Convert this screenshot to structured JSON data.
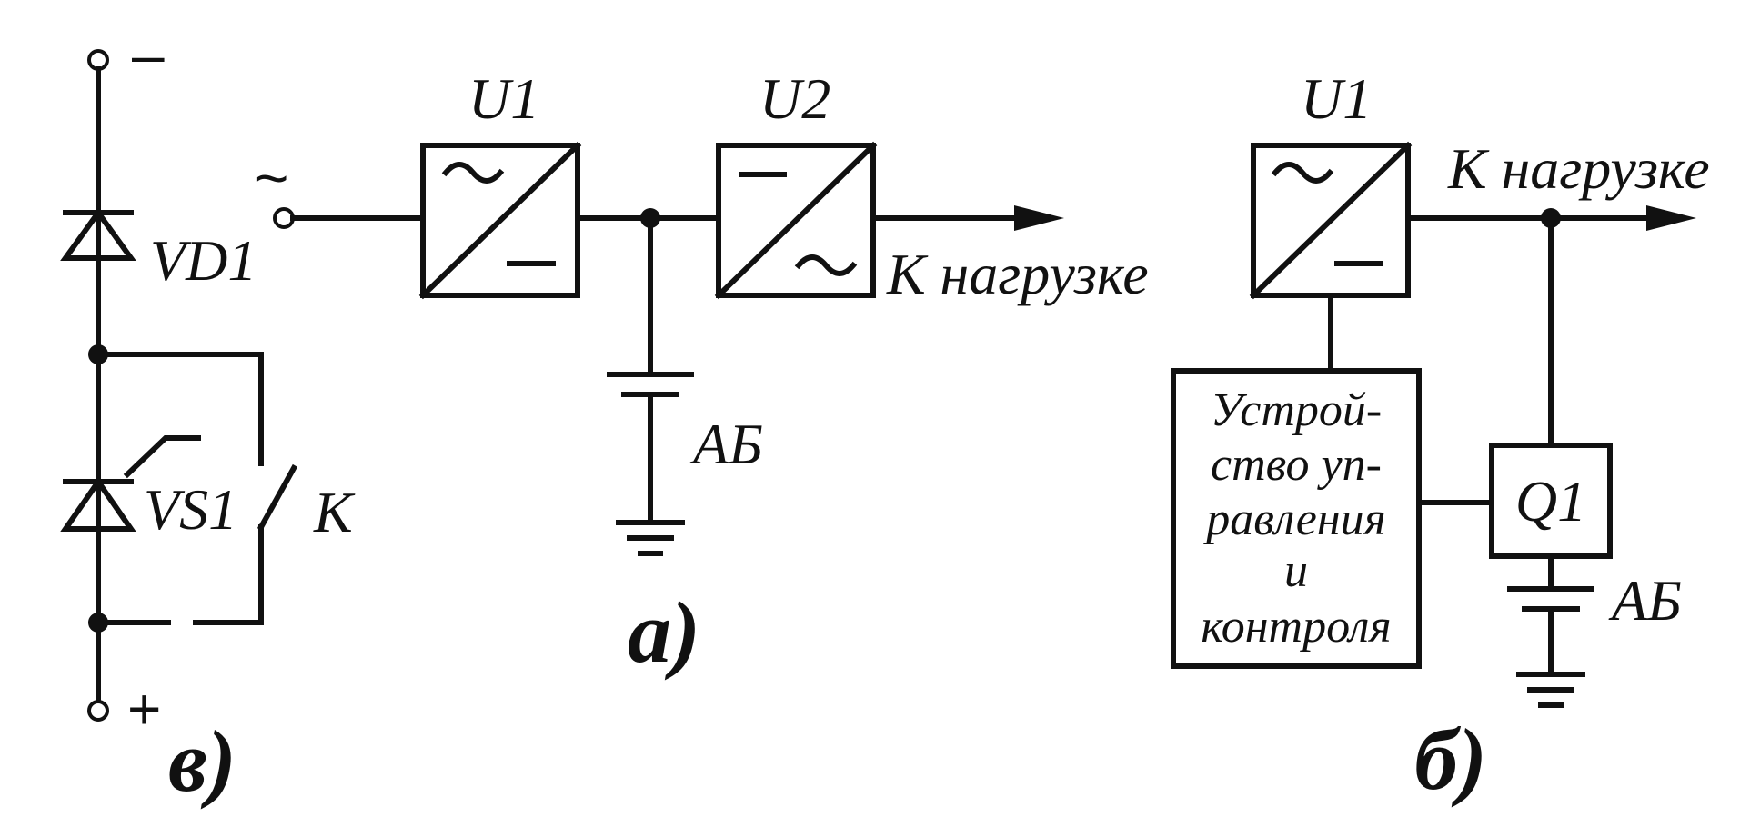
{
  "colors": {
    "ink": "#111111",
    "background": "#ffffff"
  },
  "circuit_a": {
    "input_symbol": "~",
    "u1_label": "U1",
    "u2_label": "U2",
    "output_label": "К нагрузке",
    "battery_label": "АБ",
    "caption": "а)"
  },
  "circuit_b": {
    "u1_label": "U1",
    "output_label": "К нагрузке",
    "control_block": [
      "Устрой-",
      "ство уп-",
      "равления",
      "и",
      "контроля"
    ],
    "switch_label": "Q1",
    "battery_label": "АБ",
    "caption": "б)"
  },
  "circuit_v": {
    "minus_sign": "–",
    "plus_sign": "+",
    "diode_label": "VD1",
    "thyristor_label": "VS1",
    "contact_label": "К",
    "caption": "в)"
  }
}
